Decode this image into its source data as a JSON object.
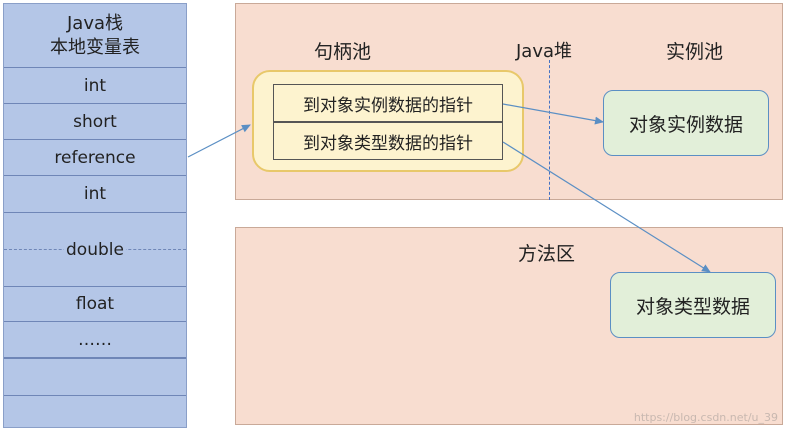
{
  "stack": {
    "title_line1": "Java栈",
    "title_line2": "本地变量表",
    "slots": [
      {
        "label": "int"
      },
      {
        "label": "short"
      },
      {
        "label": "reference"
      },
      {
        "label": "int"
      },
      {
        "label": "double"
      },
      {
        "label": "float"
      },
      {
        "label": "……"
      },
      {
        "label": ""
      },
      {
        "label": ""
      }
    ]
  },
  "heap": {
    "handle_pool_label": "句柄池",
    "heap_label": "Java堆",
    "instance_pool_label": "实例池",
    "pointer_to_instance": "到对象实例数据的指针",
    "pointer_to_type": "到对象类型数据的指针",
    "instance_data": "对象实例数据"
  },
  "method_area": {
    "label": "方法区",
    "type_data": "对象类型数据"
  },
  "watermark": "https://blog.csdn.net/u_39"
}
